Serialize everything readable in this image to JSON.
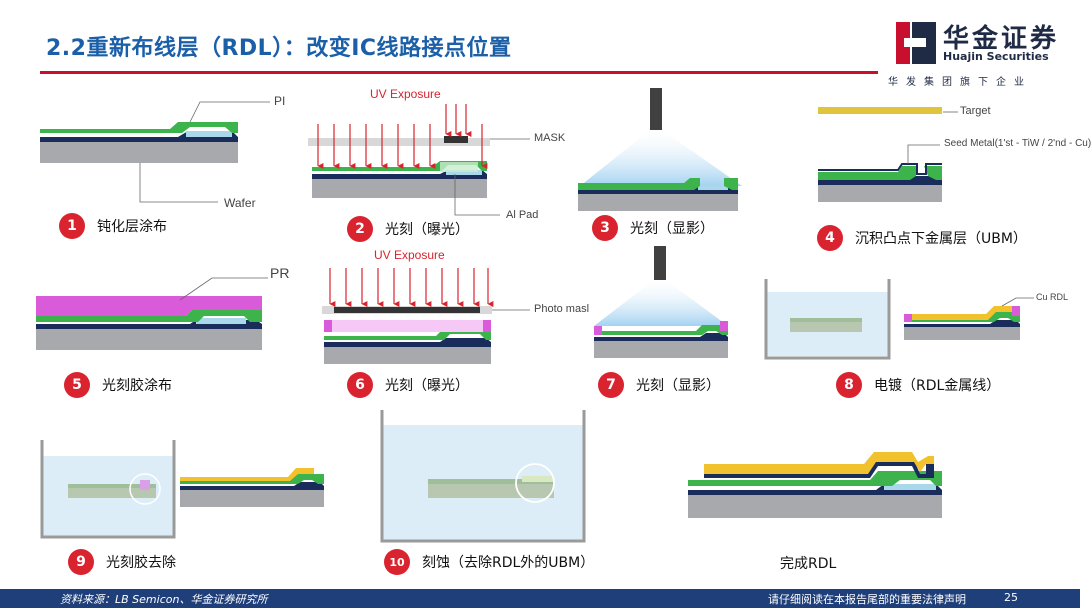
{
  "header": {
    "title": "2.2重新布线层（RDL）：改变IC线路接点位置",
    "logo_cn": "华金证券",
    "logo_en": "Huajin Securities",
    "logo_sub": "华发集团旗下企业"
  },
  "steps": [
    {
      "num": "1",
      "label": "钝化层涂布"
    },
    {
      "num": "2",
      "label": "光刻（曝光）"
    },
    {
      "num": "3",
      "label": "光刻（显影）"
    },
    {
      "num": "4",
      "label": "沉积凸点下金属层（UBM）"
    },
    {
      "num": "5",
      "label": "光刻胶涂布"
    },
    {
      "num": "6",
      "label": "光刻（曝光）"
    },
    {
      "num": "7",
      "label": "光刻（显影）"
    },
    {
      "num": "8",
      "label": "电镀（RDL金属线）"
    },
    {
      "num": "9",
      "label": "光刻胶去除"
    },
    {
      "num": "10",
      "label": "刻蚀（去除RDL外的UBM）"
    }
  ],
  "final_label": "完成RDL",
  "annotations": {
    "pi": "PI",
    "wafer": "Wafer",
    "uv1": "UV Exposure",
    "mask": "MASK",
    "al_pad": "Al Pad",
    "target": "Target",
    "seed_metal": "Seed Metal(1'st - TiW / 2'nd - Cu)",
    "pr": "PR",
    "uv2": "UV Exposure",
    "photo_mask": "Photo masl",
    "cu_rdl": "Cu RDL"
  },
  "footer": {
    "source": "资料来源：LB Semicon、华金证券研究所",
    "disclaimer": "请仔细阅读在本报告尾部的重要法律声明",
    "page": "25"
  },
  "colors": {
    "title": "#1b5fa8",
    "rule": "#c8102e",
    "badge": "#d9232e",
    "footer": "#1e3f7a",
    "wafer": "#a7a9ac",
    "pi": "#3cb44b",
    "metal": "#1a2d5a",
    "pad": "#a9d8ea",
    "pr": "#d95bd9",
    "rdl": "#f2c12e",
    "uv_arrow": "#d9232e"
  }
}
